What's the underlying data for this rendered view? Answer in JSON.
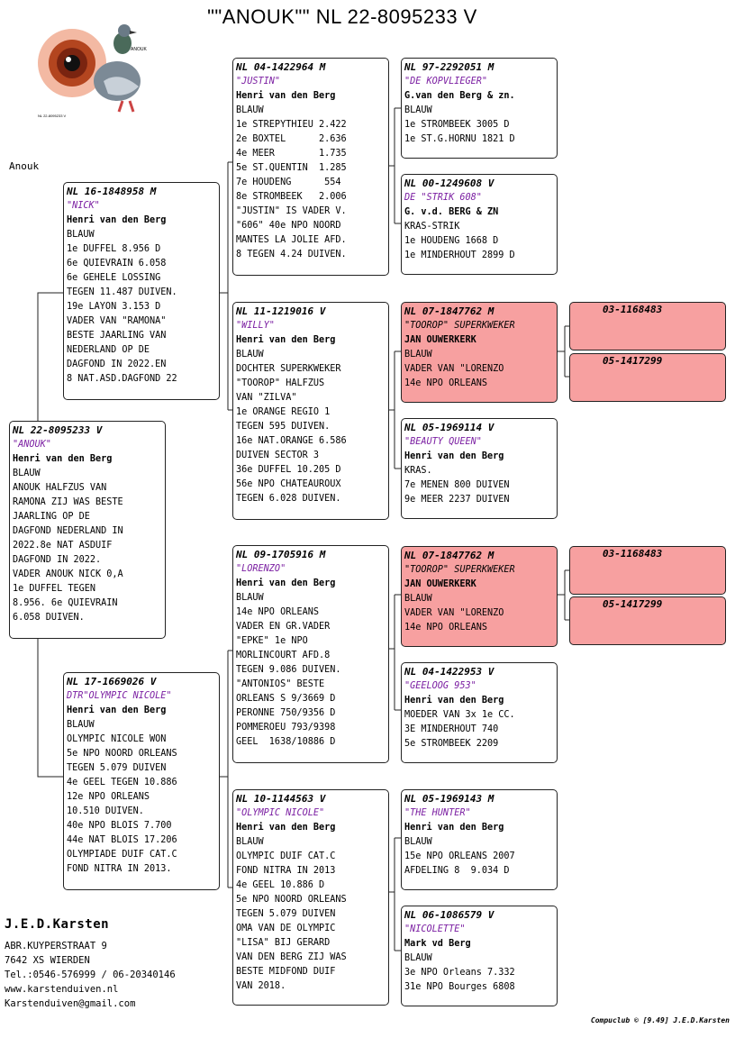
{
  "title": "\"\"ANOUK\"\"  NL  22-8095233 V",
  "logo": {
    "small_text_1": "ANOUK",
    "small_text_2": "NL 22-8095233 V"
  },
  "label_anouk": "Anouk",
  "subject": {
    "ring": "NL  22-8095233 V",
    "name": "\"ANOUK\"",
    "owner": "Henri van den Berg",
    "lines": [
      "BLAUW",
      "ANOUK HALFZUS VAN",
      "RAMONA ZIJ WAS BESTE",
      "JAARLING OP DE",
      "DAGFOND NEDERLAND IN",
      "2022.8e NAT ASDUIF",
      "DAGFOND IN 2022.",
      "VADER ANOUK NICK 0,A",
      "1e DUFFEL TEGEN",
      "8.956. 6e QUIEVRAIN",
      "6.058 DUIVEN."
    ]
  },
  "father": {
    "ring": "NL  16-1848958 M",
    "name": "\"NICK\"",
    "owner": "Henri van den Berg",
    "lines": [
      "BLAUW",
      "1e DUFFEL 8.956 D",
      "6e QUIEVRAIN 6.058",
      "6e GEHELE LOSSING",
      "TEGEN 11.487 DUIVEN.",
      "19e LAYON 3.153 D",
      "VADER VAN \"RAMONA\"",
      "BESTE JAARLING VAN",
      "NEDERLAND OP DE",
      "DAGFOND IN 2022.EN",
      "8 NAT.ASD.DAGFOND 22"
    ]
  },
  "mother": {
    "ring": "NL  17-1669026 V",
    "name": "DTR\"OLYMPIC NICOLE\"",
    "owner": "Henri van den Berg",
    "lines": [
      "BLAUW",
      "OLYMPIC NICOLE WON",
      "5e NPO NOORD ORLEANS",
      "TEGEN 5.079 DUIVEN",
      "4e GEEL TEGEN 10.886",
      "12e NPO ORLEANS",
      "10.510 DUIVEN.",
      "40e NPO BLOIS 7.700",
      "44e NAT BLOIS 17.206",
      "OLYMPIADE DUIF CAT.C",
      "FOND NITRA IN 2013."
    ]
  },
  "ff": {
    "ring": "NL  04-1422964 M",
    "name": "\"JUSTIN\"",
    "owner": "Henri van den Berg",
    "lines": [
      "BLAUW",
      "1e STREPYTHIEU 2.422",
      "2e BOXTEL      2.636",
      "4e MEER        1.735",
      "5e ST.QUENTIN  1.285",
      "7e HOUDENG      554",
      "8e STROMBEEK   2.006",
      "\"JUSTIN\" IS VADER V.",
      "\"606\" 40e NPO NOORD",
      "MANTES LA JOLIE AFD.",
      "8 TEGEN 4.24 DUIVEN."
    ]
  },
  "fm": {
    "ring": "NL  11-1219016 V",
    "name": "\"WILLY\"",
    "owner": "Henri van den Berg",
    "lines": [
      "BLAUW",
      "DOCHTER SUPERKWEKER",
      "\"TOOROP\" HALFZUS",
      "VAN \"ZILVA\"",
      "1e ORANGE REGIO 1",
      "TEGEN 595 DUIVEN.",
      "16e NAT.ORANGE 6.586",
      "DUIVEN SECTOR 3",
      "36e DUFFEL 10.205 D",
      "56e NPO CHATEAUROUX",
      "TEGEN 6.028 DUIVEN."
    ]
  },
  "mf": {
    "ring": "NL  09-1705916 M",
    "name": "\"LORENZO\"",
    "owner": "Henri van den Berg",
    "lines": [
      "BLAUW",
      "14e NPO ORLEANS",
      "VADER EN GR.VADER",
      "\"EPKE\" 1e NPO",
      "MORLINCOURT AFD.8",
      "TEGEN 9.086 DUIVEN.",
      "\"ANTONIOS\" BESTE",
      "ORLEANS S 9/3669 D",
      "PERONNE 750/9356 D",
      "POMMEROEU 793/9398",
      "GEEL  1638/10886 D"
    ]
  },
  "mm": {
    "ring": "NL  10-1144563 V",
    "name": "\"OLYMPIC NICOLE\"",
    "owner": "Henri van den Berg",
    "lines": [
      "BLAUW",
      "OLYMPIC DUIF CAT.C",
      "FOND NITRA IN 2013",
      "4e GEEL 10.886 D",
      "5e NPO NOORD ORLEANS",
      "TEGEN 5.079 DUIVEN",
      "OMA VAN DE OLYMPIC",
      "\"LISA\" BIJ GERARD",
      "VAN DEN BERG ZIJ WAS",
      "BESTE MIDFOND DUIF",
      "VAN 2018."
    ]
  },
  "fff": {
    "ring": "NL  97-2292051 M",
    "name": "\"DE KOPVLIEGER\"",
    "owner": "G.van den Berg & zn.",
    "lines": [
      "BLAUW",
      "1e STROMBEEK 3005 D",
      "1e ST.G.HORNU 1821 D"
    ]
  },
  "ffm": {
    "ring": "NL  00-1249608 V",
    "name": "DE \"STRIK 608\"",
    "owner": "G. v.d. BERG & ZN",
    "lines": [
      "KRAS-STRIK",
      "1e HOUDENG 1668 D",
      "1e MINDERHOUT 2899 D"
    ]
  },
  "fmf": {
    "ring": "NL  07-1847762 M",
    "name": "\"TOOROP\" SUPERKWEKER",
    "owner": "JAN OUWERKERK",
    "lines": [
      "BLAUW",
      "VADER VAN \"LORENZO",
      "14e NPO ORLEANS"
    ]
  },
  "fmm": {
    "ring": "NL  05-1969114 V",
    "name": "\"BEAUTY QUEEN\"",
    "owner": "Henri van den Berg",
    "lines": [
      "KRAS.",
      "7e MENEN 800 DUIVEN",
      "9e MEER 2237 DUIVEN"
    ]
  },
  "mff": {
    "ring": "NL  07-1847762 M",
    "name": "\"TOOROP\" SUPERKWEKER",
    "owner": "JAN OUWERKERK",
    "lines": [
      "BLAUW",
      "VADER VAN \"LORENZO",
      "14e NPO ORLEANS"
    ]
  },
  "mfm": {
    "ring": "NL  04-1422953 V",
    "name": "\"GEELOOG 953\"",
    "owner": "Henri van den Berg",
    "lines": [
      "MOEDER VAN 3x 1e CC.",
      "3E MINDERHOUT 740",
      "5e STROMBEEK 2209"
    ]
  },
  "mmf": {
    "ring": "NL  05-1969143 M",
    "name": "\"THE HUNTER\"",
    "owner": "Henri van den Berg",
    "lines": [
      "BLAUW",
      "15e NPO ORLEANS 2007",
      "AFDELING 8  9.034 D"
    ]
  },
  "mmm": {
    "ring": "NL  06-1086579 V",
    "name": "\"NICOLETTE\"",
    "owner": "Mark vd Berg",
    "lines": [
      "BLAUW",
      "3e NPO Orleans 7.332",
      "31e NPO Bourges 6808"
    ]
  },
  "g4": {
    "fmf_father": "03-1168483",
    "fmf_mother": "05-1417299",
    "mff_father": "03-1168483",
    "mff_mother": "05-1417299"
  },
  "footer": {
    "name": "J.E.D.Karsten",
    "address": "ABR.KUYPERSTRAAT 9",
    "city": "7642 XS  WIERDEN",
    "tel": "Tel.:0546-576999 / 06-20340146",
    "web": "www.karstenduiven.nl",
    "email": "Karstenduiven@gmail.com"
  },
  "compuclub": "Compuclub © [9.49]  J.E.D.Karsten"
}
